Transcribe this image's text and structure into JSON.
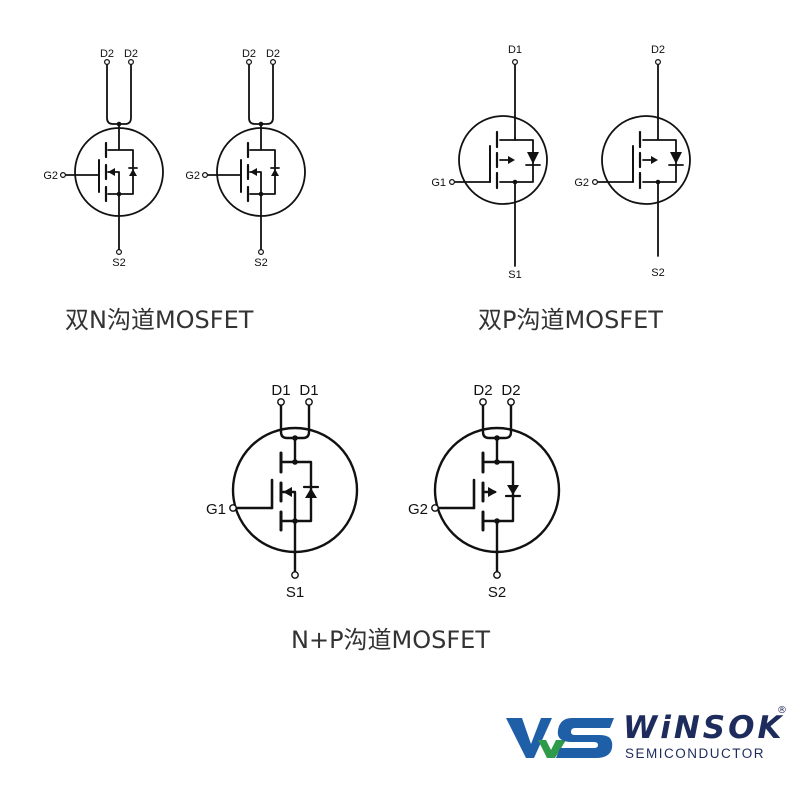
{
  "colors": {
    "ink": "#111111",
    "caption": "#333333",
    "logo_blue": "#1F5FA8",
    "logo_green": "#2E9A4A",
    "logo_text": "#1D2C5C"
  },
  "groups": [
    {
      "caption": "双N沟道MOSFET",
      "transistors": [
        {
          "type": "N",
          "drain_left": "D2",
          "drain_right": "D2",
          "gate": "G2",
          "source": "S2"
        },
        {
          "type": "N",
          "drain_left": "D2",
          "drain_right": "D2",
          "gate": "G2",
          "source": "S2"
        }
      ]
    },
    {
      "caption": "双P沟道MOSFET",
      "transistors": [
        {
          "type": "P",
          "drain": "D1",
          "gate": "G1",
          "source": "S1"
        },
        {
          "type": "P",
          "drain": "D2",
          "gate": "G2",
          "source": "S2"
        }
      ]
    },
    {
      "caption": "N+P沟道MOSFET",
      "transistors": [
        {
          "type": "N",
          "drain_left": "D1",
          "drain_right": "D1",
          "gate": "G1",
          "source": "S1"
        },
        {
          "type": "P",
          "drain_left": "D2",
          "drain_right": "D2",
          "gate": "G2",
          "source": "S2"
        }
      ]
    }
  ],
  "logo": {
    "brand": "WiNSOK",
    "subtitle": "SEMICONDUCTOR",
    "registered": "®",
    "mark_icon": "ws-monogram-icon"
  }
}
